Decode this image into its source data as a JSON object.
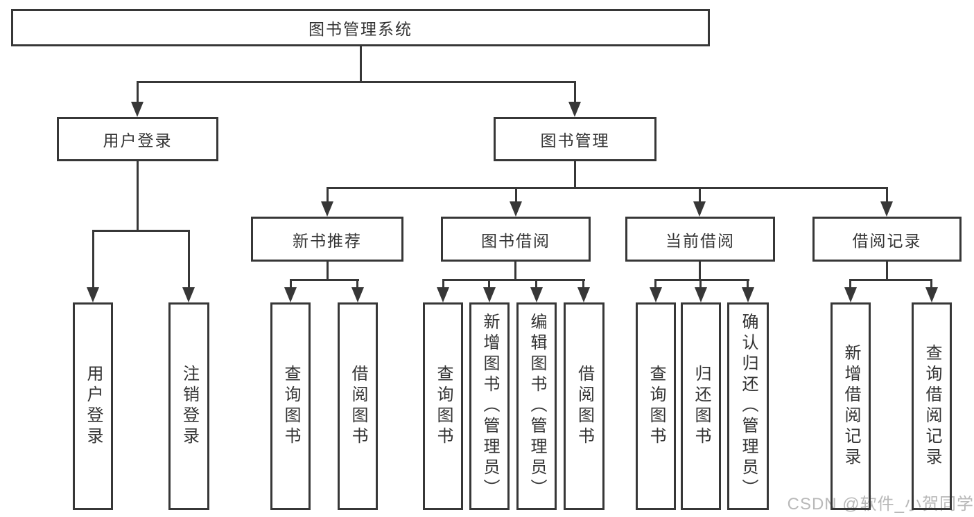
{
  "tree": {
    "label": "图书管理系统",
    "children": [
      {
        "label": "用户登录",
        "children": [
          {
            "label": "用户登录"
          },
          {
            "label": "注销登录"
          }
        ]
      },
      {
        "label": "图书管理",
        "children": [
          {
            "label": "新书推荐",
            "children": [
              {
                "label": "查询图书"
              },
              {
                "label": "借阅图书"
              }
            ]
          },
          {
            "label": "图书借阅",
            "children": [
              {
                "label": "查询图书"
              },
              {
                "label": "新增图书（管理员）"
              },
              {
                "label": "编辑图书（管理员）"
              },
              {
                "label": "借阅图书"
              }
            ]
          },
          {
            "label": "当前借阅",
            "children": [
              {
                "label": "查询图书"
              },
              {
                "label": "归还图书"
              },
              {
                "label": "确认归还（管理员）"
              }
            ]
          },
          {
            "label": "借阅记录",
            "children": [
              {
                "label": "新增借阅记录"
              },
              {
                "label": "查询借阅记录"
              }
            ]
          }
        ]
      }
    ]
  },
  "watermark": {
    "text": "CSDN @软件_小贺同学"
  },
  "colors": {
    "line": "#373737",
    "text": "#333333",
    "watermark": "#b9b9b9",
    "background": "#ffffff"
  }
}
